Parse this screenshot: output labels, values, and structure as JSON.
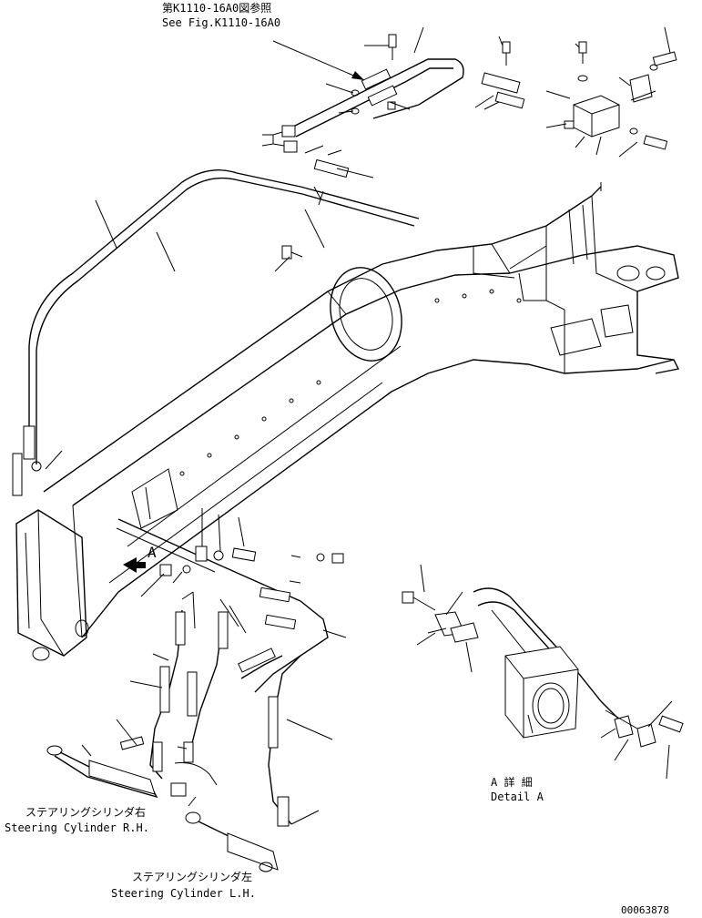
{
  "labels": {
    "ref_jp": "第K1110-16A0図参照",
    "ref_en": "See Fig.K1110-16A0",
    "detail_mark": "A",
    "detail_jp": "A 詳 細",
    "detail_en": "Detail A",
    "cyl_rh_jp": "ステアリングシリンダ右",
    "cyl_rh_en": "Steering Cylinder R.H.",
    "cyl_lh_jp": "ステアリングシリンダ左",
    "cyl_lh_en": "Steering Cylinder L.H.",
    "drawing_no": "00063878"
  }
}
